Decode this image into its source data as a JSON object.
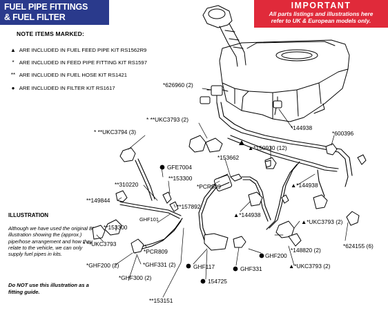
{
  "header": {
    "title_line1": "FUEL PIPE FITTINGS",
    "title_line2": "& FUEL FILTER"
  },
  "important": {
    "title": "IMPORTANT",
    "line1": "All parts listings and illustrations here",
    "line2": "refer to UK & European models only."
  },
  "notes": {
    "heading": "NOTE ITEMS MARKED:",
    "items": [
      {
        "symbol": "▲",
        "text": "ARE INCLUDED IN FUEL FEED PIPE KIT RS1562R9"
      },
      {
        "symbol": "*",
        "text": "ARE INCLUDED IN FEED PIPE FITTING KIT RS1597"
      },
      {
        "symbol": "**",
        "text": "ARE INCLUDED IN FUEL HOSE KIT RS1421"
      },
      {
        "symbol": "●",
        "text": "ARE INCLUDED IN FILTER KIT RS1617"
      }
    ]
  },
  "illustration": {
    "heading": "ILLUSTRATION",
    "body": "Although we have used the original BL illustration showing the (approx.) pipe/hose arrangement and how they relate to the vehicle, we can only supply fuel pipes in kits.",
    "warning": "Do NOT use this illustration as a fitting guide."
  },
  "callouts": {
    "c626960": "*626960 (2)",
    "cUKC3793a": "* **UKC3793 (2)",
    "c144938a": "*144938",
    "c600396": "*600396",
    "cUKC3794": "* **UKC3794 (3)",
    "c150930": "▲*150930 (12)",
    "cGFE7004": "GFE7004",
    "c153662": "*153662",
    "c153300a": "**153300",
    "c310220": "**310220",
    "cPCR809a": "*PCR809",
    "c144938b": "▲*144938",
    "c149844": "**149844",
    "c157892": "**157892",
    "c144938c": "▲*144938",
    "cUKC3793b": "▲*UKC3793",
    "cUKC3793b_qty": "(2)",
    "c153300b": "**153300",
    "cGHF101": "GHF101",
    "c624155": "*624155 (6)",
    "cUKC3793c": "* **UKC3793",
    "c148820": "*148820 (2)",
    "cPCR809b": "*PCR809",
    "cGHF200a": "GHF200",
    "cGHF200b": "*GHF200 (2)",
    "cGHF331a": "*GHF331 (2)",
    "cGHF117": "GHF117",
    "cGHF331b": "GHF331",
    "cUKC3793d": "▲*UKC3793",
    "cUKC3793d_qty": "(2)",
    "cGHF300": "*GHF300 (2)",
    "c154725": "154725",
    "c153151": "**153151"
  },
  "colors": {
    "title_bg": "#2a3a8c",
    "important_bg": "#e02a3a",
    "text": "#000000",
    "background": "#ffffff"
  }
}
